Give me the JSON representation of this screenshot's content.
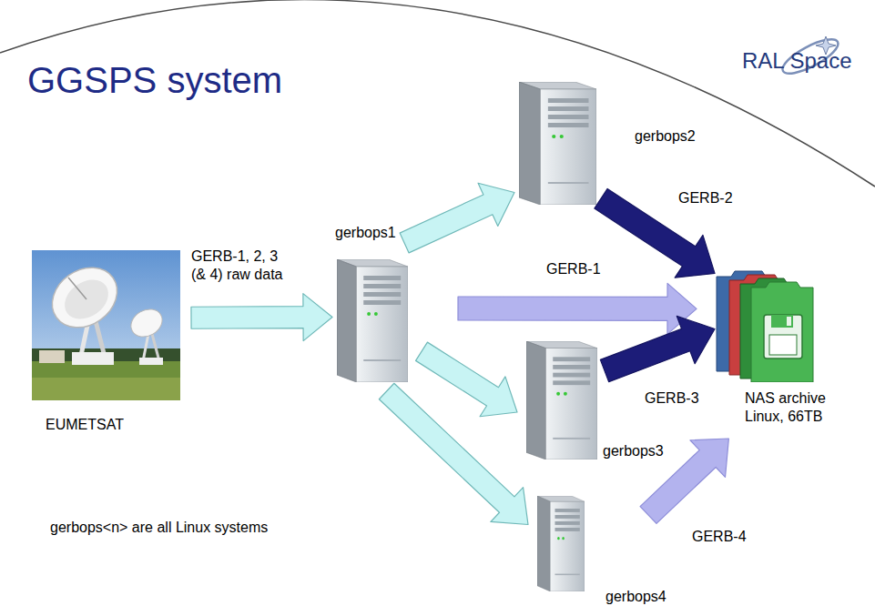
{
  "diagram": {
    "title": "GGSPS system",
    "nodes": [
      {
        "text": [
          "EUMETSAT"
        ]
      },
      {
        "text": [
          "gerbops1"
        ]
      },
      {
        "text": [
          "gerbops2"
        ]
      },
      {
        "text": [
          "gerbops3"
        ]
      },
      {
        "text": [
          "gerbops4"
        ]
      },
      {
        "text": [
          "NAS archive Linux, 66TB"
        ]
      }
    ],
    "edges": [
      {
        "from": 0,
        "to": 1,
        "arrow": "to",
        "label": "GERB-1, 2, 3 (& 4) raw data"
      },
      {
        "from": 1,
        "to": 2,
        "arrow": "to"
      },
      {
        "from": 1,
        "to": 5,
        "arrow": "to",
        "label": "GERB-1"
      },
      {
        "from": 1,
        "to": 3,
        "arrow": "to"
      },
      {
        "from": 1,
        "to": 4,
        "arrow": "to"
      },
      {
        "from": 2,
        "to": 5,
        "arrow": "to",
        "label": "GERB-2"
      },
      {
        "from": 3,
        "to": 5,
        "arrow": "to",
        "label": "GERB-3"
      },
      {
        "from": 4,
        "to": 5,
        "arrow": "to",
        "label": "GERB-4"
      }
    ],
    "labels": [
      "RAL Space",
      "gerbops<n> are all Linux systems"
    ]
  }
}
